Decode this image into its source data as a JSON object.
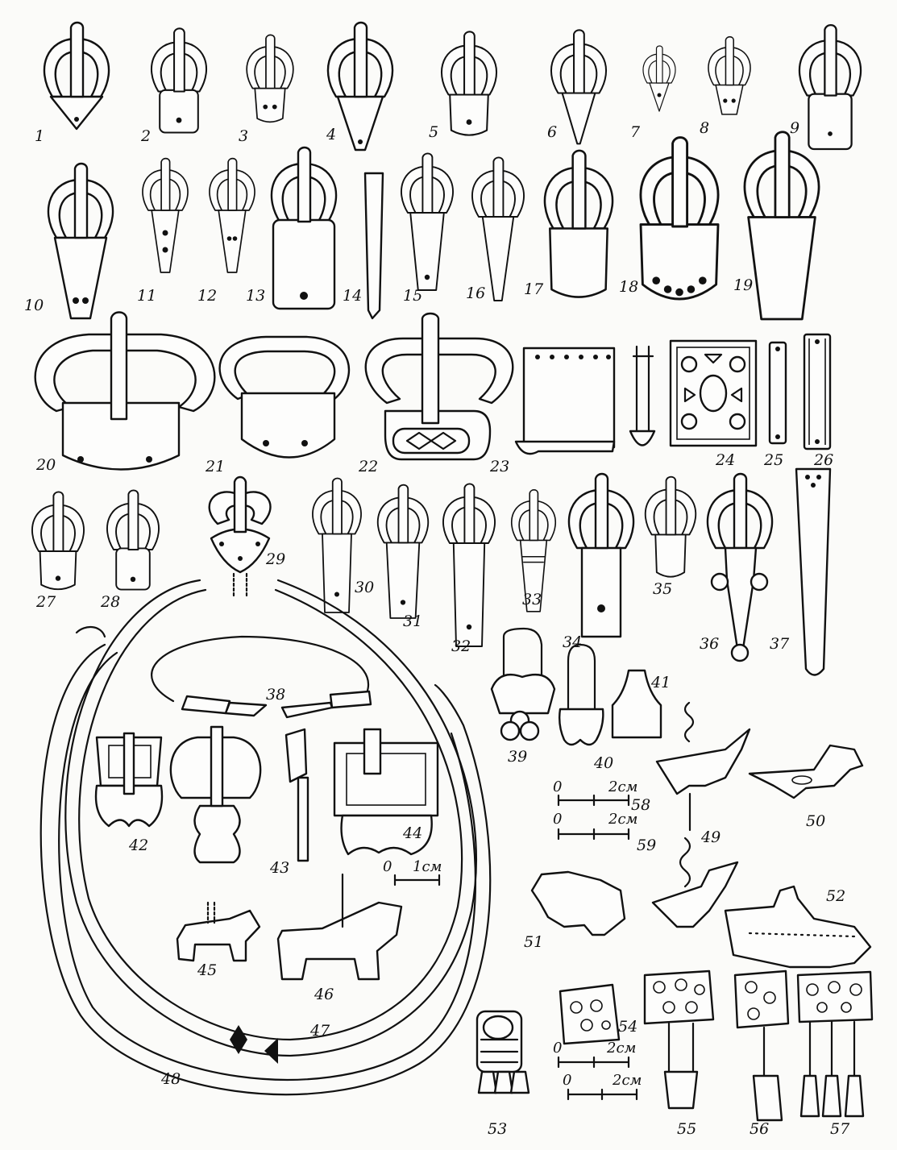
{
  "plate": {
    "labels": {
      "n1": "1",
      "n2": "2",
      "n3": "3",
      "n4": "4",
      "n5": "5",
      "n6": "6",
      "n7": "7",
      "n8": "8",
      "n9": "9",
      "n10": "10",
      "n11": "11",
      "n12": "12",
      "n13": "13",
      "n14": "14",
      "n15": "15",
      "n16": "16",
      "n17": "17",
      "n18": "18",
      "n19": "19",
      "n20": "20",
      "n21": "21",
      "n22": "22",
      "n23": "23",
      "n24": "24",
      "n25": "25",
      "n26": "26",
      "n27": "27",
      "n28": "28",
      "n29": "29",
      "n30": "30",
      "n31": "31",
      "n32": "32",
      "n33": "33",
      "n34": "34",
      "n35": "35",
      "n36": "36",
      "n37": "37",
      "n38": "38",
      "n39": "39",
      "n40": "40",
      "n41": "41",
      "n42": "42",
      "n43": "43",
      "n44": "44",
      "n45": "45",
      "n46": "46",
      "n47": "47",
      "n48": "48",
      "n49": "49",
      "n50": "50",
      "n51": "51",
      "n52": "52",
      "n53": "53",
      "n54": "54",
      "n55": "55",
      "n56": "56",
      "n57": "57",
      "n58": "58",
      "n59": "59"
    },
    "scales": {
      "s1cm": {
        "zero": "0",
        "value": "1см"
      },
      "s58": {
        "zero": "0",
        "value": "2см"
      },
      "s59": {
        "zero": "0",
        "value": "2см"
      },
      "s54a": {
        "zero": "0",
        "value": "2см"
      },
      "s54b": {
        "zero": "0",
        "value": "2см"
      }
    }
  }
}
